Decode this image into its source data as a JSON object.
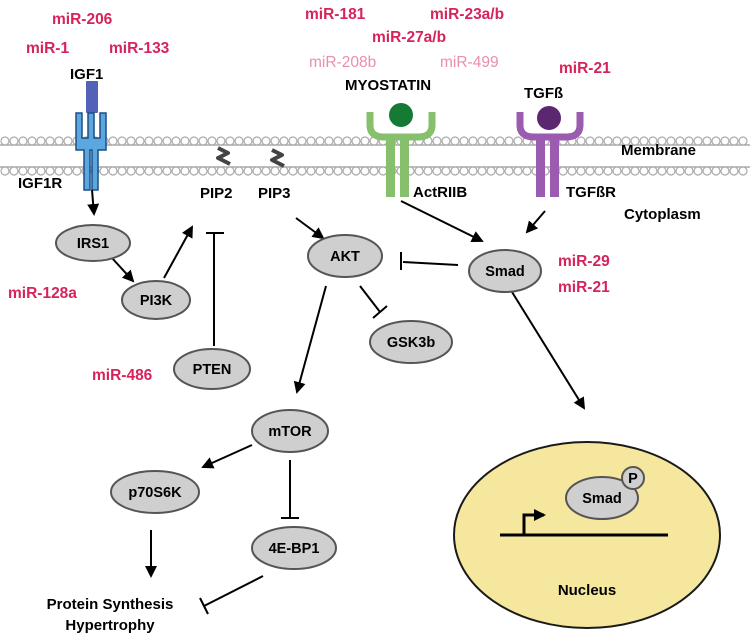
{
  "colors": {
    "mirna": "#d6245b",
    "mirna_faded": "#e98fae",
    "membrane_line": "#aaaaaa",
    "node_fill": "#cfcfcf",
    "node_stroke": "#555555",
    "nucleus_fill": "#f5e79e",
    "nucleus_stroke": "#1a1a1a",
    "igf1_ligand": "#5361b8",
    "igf1r": "#5ba7df",
    "actriib": "#86c06c",
    "myostatin_ligand": "#157a34",
    "tgfb_receptor": "#9b5bb0",
    "tgfb_ligand": "#5c2670"
  },
  "mirnas": {
    "mir206": "miR-206",
    "mir1": "miR-1",
    "mir133": "miR-133",
    "mir181": "miR-181",
    "mir23ab": "miR-23a/b",
    "mir27ab": "miR-27a/b",
    "mir208b": "miR-208b",
    "mir499": "miR-499",
    "mir21_top": "miR-21",
    "mir128a": "miR-128a",
    "mir486": "miR-486",
    "mir29": "miR-29",
    "mir21_smad": "miR-21"
  },
  "labels": {
    "igf1": "IGF1",
    "igf1r": "IGF1R",
    "myostatin": "MYOSTATIN",
    "actriib": "ActRIIB",
    "tgfb": "TGFß",
    "tgfbr": "TGFßR",
    "membrane": "Membrane",
    "cytoplasm": "Cytoplasm",
    "pip2": "PIP2",
    "pip3": "PIP3",
    "nucleus": "Nucleus",
    "output_line1": "Protein Synthesis",
    "output_line2": "Hypertrophy",
    "phospho": "P"
  },
  "nodes": {
    "irs1": "IRS1",
    "pi3k": "PI3K",
    "pten": "PTEN",
    "akt": "AKT",
    "gsk3b": "GSK3b",
    "mtor": "mTOR",
    "p70s6k": "p70S6K",
    "eif4ebp1": "4E-BP1",
    "smad": "Smad",
    "smad_nuclear": "Smad"
  },
  "edges": [
    {
      "from": "IGF1R",
      "to": "IRS1",
      "type": "activation"
    },
    {
      "from": "IRS1",
      "to": "PI3K",
      "type": "activation"
    },
    {
      "from": "PI3K",
      "to": "PIP2",
      "type": "activation"
    },
    {
      "from": "PTEN",
      "to": "PIP2",
      "type": "inhibition"
    },
    {
      "from": "PIP3",
      "to": "AKT",
      "type": "activation"
    },
    {
      "from": "Smad",
      "to": "AKT",
      "type": "inhibition"
    },
    {
      "from": "AKT",
      "to": "GSK3b",
      "type": "inhibition"
    },
    {
      "from": "AKT",
      "to": "mTOR",
      "type": "activation"
    },
    {
      "from": "mTOR",
      "to": "p70S6K",
      "type": "activation"
    },
    {
      "from": "mTOR",
      "to": "4E-BP1",
      "type": "inhibition"
    },
    {
      "from": "p70S6K",
      "to": "Protein Synthesis",
      "type": "activation"
    },
    {
      "from": "4E-BP1",
      "to": "Protein Synthesis",
      "type": "inhibition"
    },
    {
      "from": "ActRIIB",
      "to": "Smad",
      "type": "activation"
    },
    {
      "from": "TGFßR",
      "to": "Smad",
      "type": "activation"
    },
    {
      "from": "Smad",
      "to": "Nucleus",
      "type": "activation"
    }
  ]
}
